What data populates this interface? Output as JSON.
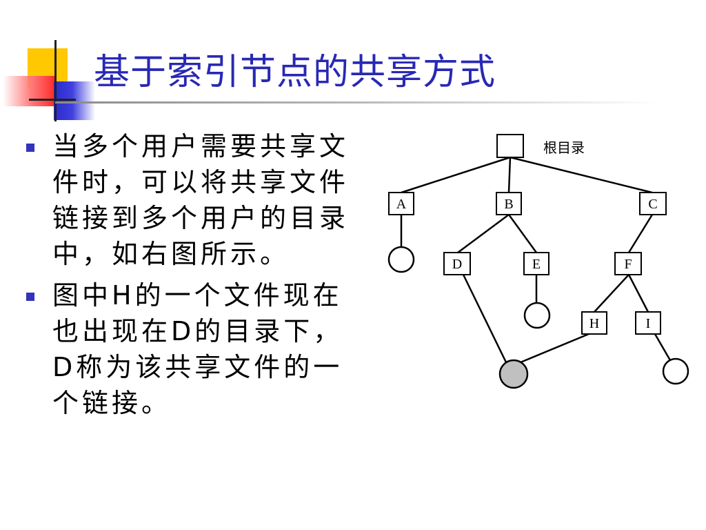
{
  "title": "基于索引节点的共享方式",
  "bullets": [
    {
      "text": "当多个用户需要共享文件时，可以将共享文件链接到多个用户的目录中，如右图所示。"
    },
    {
      "text": "图中H的一个文件现在也出现在D的目录下，D称为该共享文件的一个链接。"
    }
  ],
  "diagram": {
    "root_label": "根目录",
    "nodes": {
      "A": "A",
      "B": "B",
      "C": "C",
      "D": "D",
      "E": "E",
      "F": "F",
      "H": "H",
      "I": "I"
    },
    "shared_file_color": "#c0c0c0"
  },
  "colors": {
    "title": "#2828b4",
    "bullet": "#3333bb"
  }
}
